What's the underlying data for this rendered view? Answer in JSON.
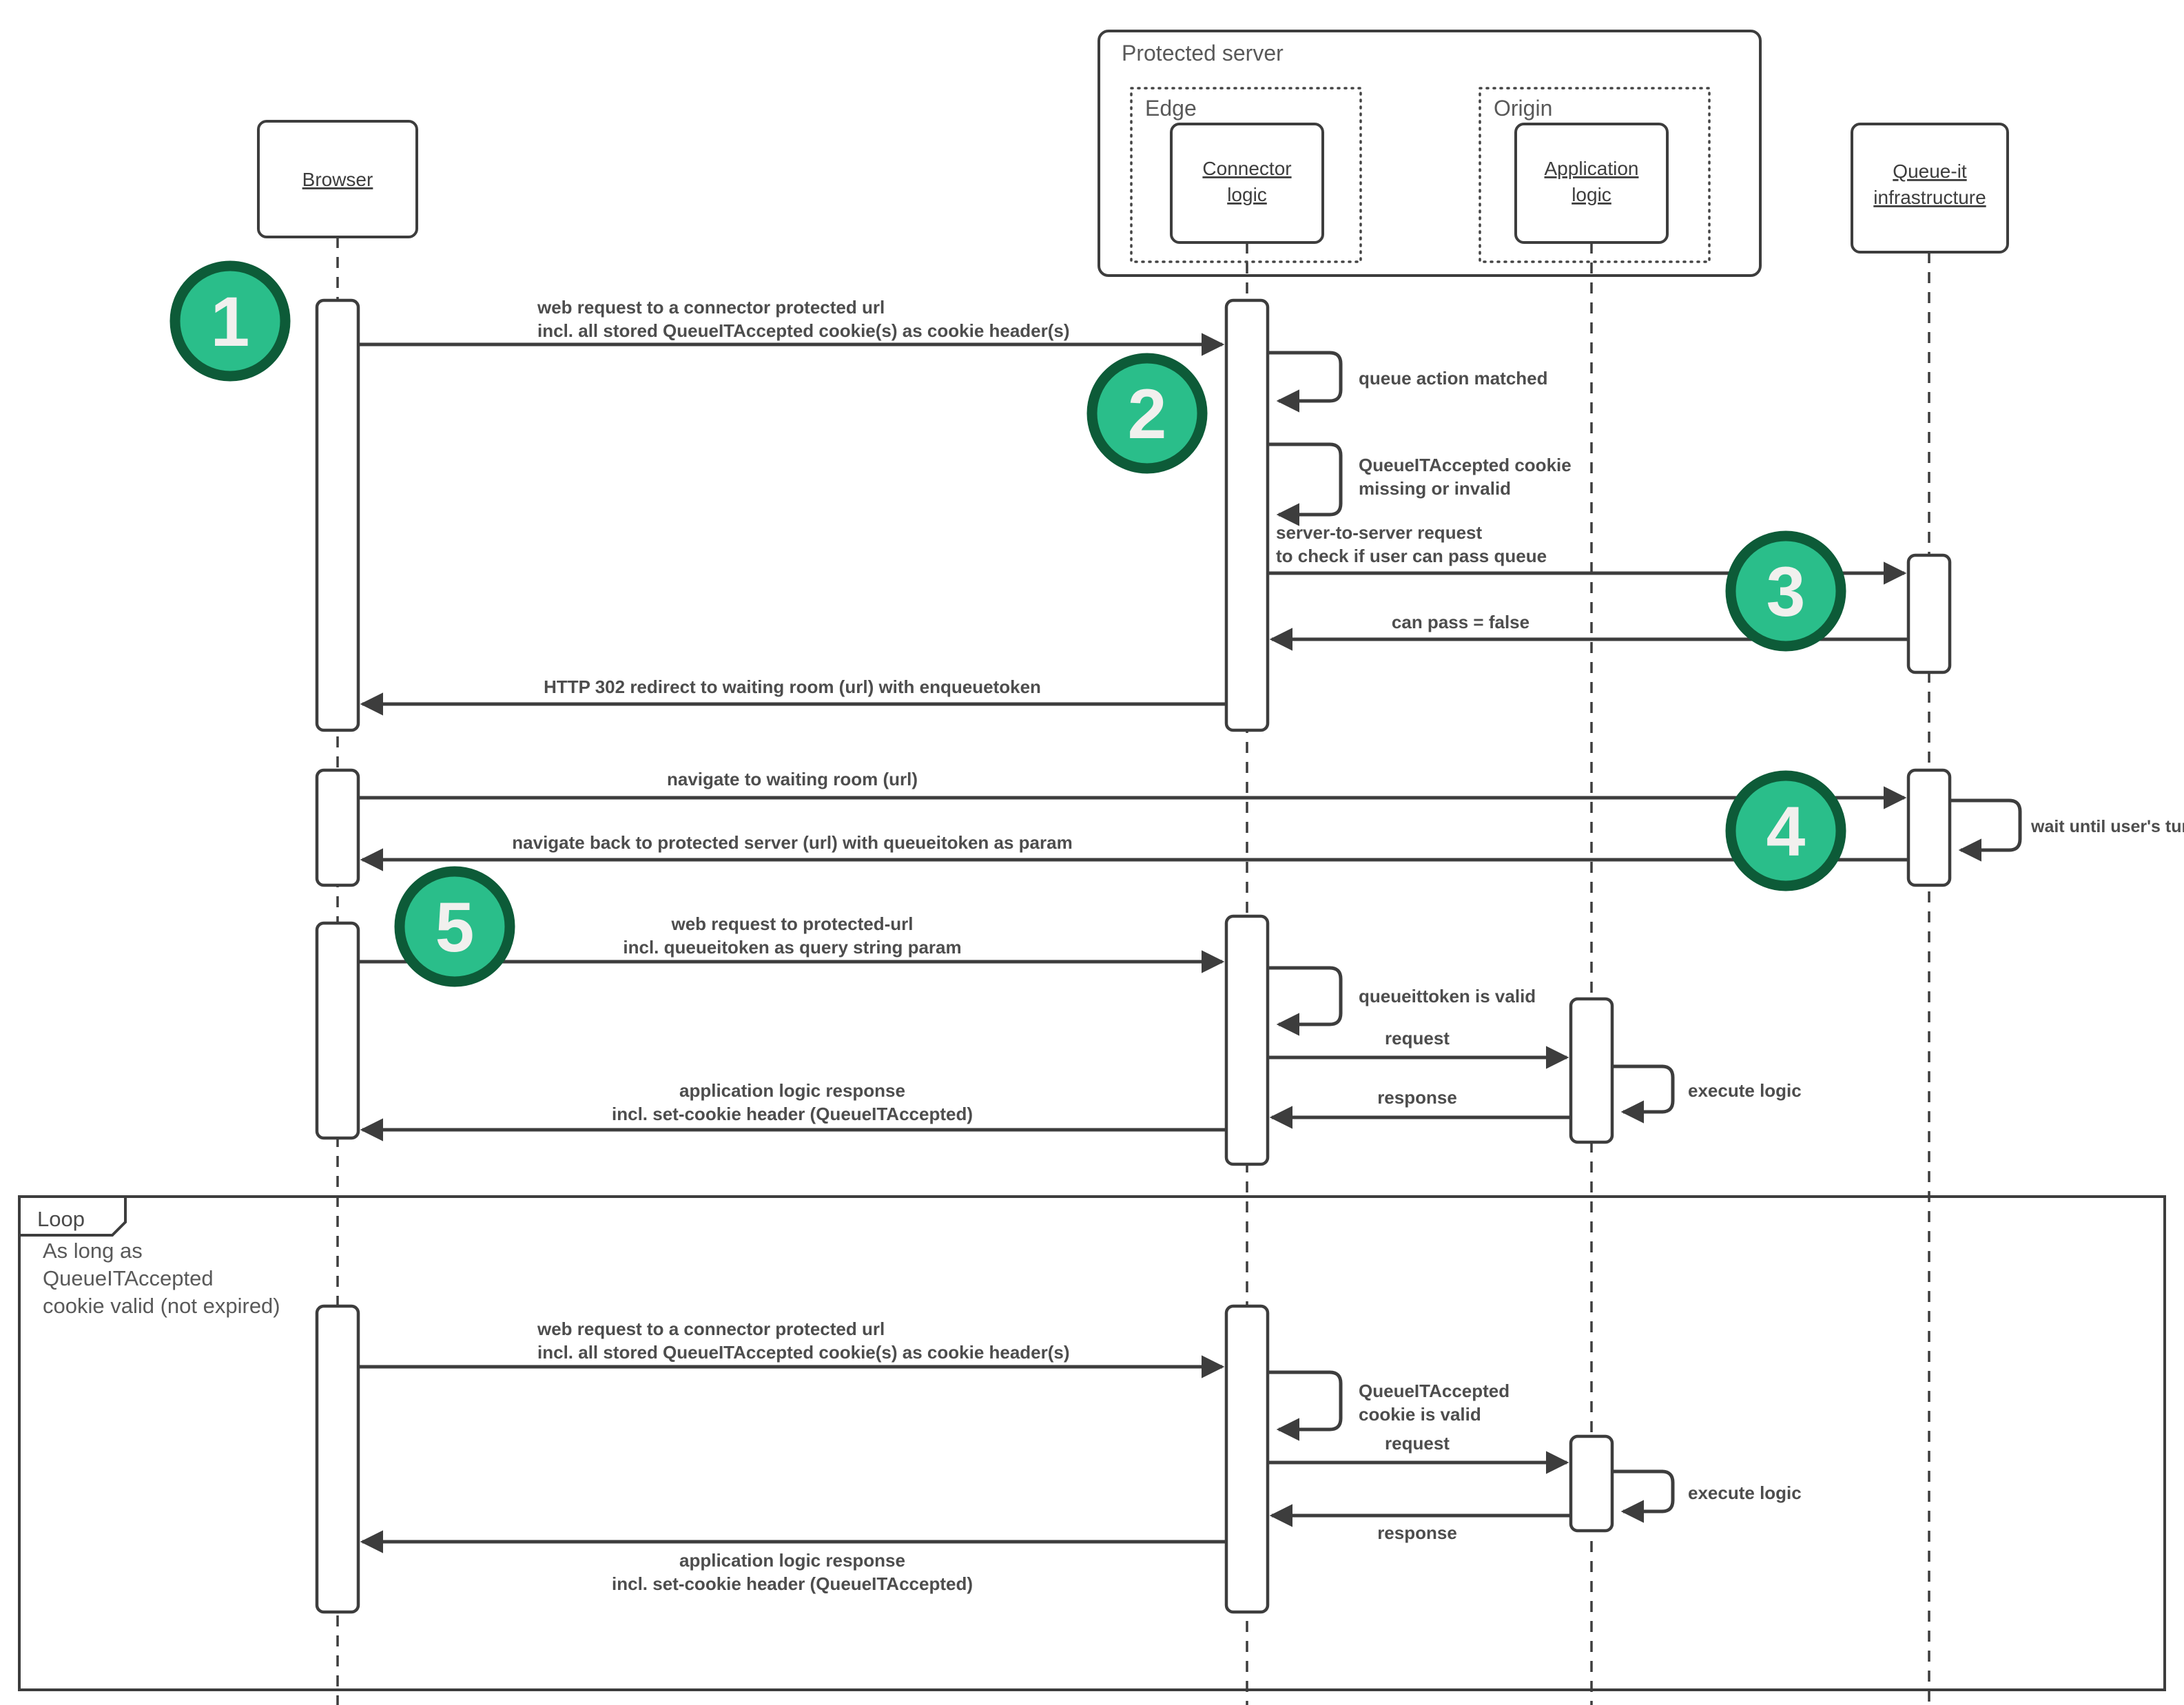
{
  "actors": {
    "browser": "Browser",
    "connector_l1": "Connector",
    "connector_l2": "logic",
    "application_l1": "Application",
    "application_l2": "logic",
    "queueit_l1": "Queue-it",
    "queueit_l2": "infrastructure"
  },
  "containers": {
    "protected_server": "Protected server",
    "edge": "Edge",
    "origin": "Origin"
  },
  "steps": {
    "s1": "1",
    "s2": "2",
    "s3": "3",
    "s4": "4",
    "s5": "5"
  },
  "flow": {
    "m1_l1": "web request to a connector protected url",
    "m1_l2": "incl. all stored QueueITAccepted cookie(s) as cookie header(s)",
    "m2": "queue action matched",
    "m3_l1": "QueueITAccepted cookie",
    "m3_l2": "missing or invalid",
    "m4_l1": "server-to-server request",
    "m4_l2": "to check if user can pass queue",
    "m5": "can pass = false",
    "m6": "HTTP 302 redirect to waiting room (url) with enqueuetoken",
    "m7": "navigate to waiting room (url)",
    "m8": "wait until user's turn",
    "m9": "navigate back to protected server (url) with queueitoken as param",
    "m10_l1": "web request to protected-url",
    "m10_l2": "incl. queueitoken as query string param",
    "m11": "queueittoken is valid",
    "m12": "request",
    "m13": "execute logic",
    "m14": "response",
    "m15_l1": "application logic response",
    "m15_l2": "incl. set-cookie header (QueueITAccepted)"
  },
  "loop": {
    "label": "Loop",
    "cond_l1": "As long as",
    "cond_l2": "QueueITAccepted",
    "cond_l3": "cookie valid (not expired)",
    "m1_l1": "web request to a connector protected url",
    "m1_l2": "incl. all stored QueueITAccepted cookie(s) as cookie header(s)",
    "m2_l1": "QueueITAccepted",
    "m2_l2": "cookie is valid",
    "m3": "request",
    "m4": "execute logic",
    "m5": "response",
    "m6_l1": "application logic response",
    "m6_l2": "incl. set-cookie header (QueueITAccepted)"
  },
  "colors": {
    "step_fill": "#2abe8a",
    "step_border": "#0d5b38",
    "step_number": "#f1f0ee",
    "line": "#3d3d3d",
    "message_text": "#4d4d4d",
    "label_text": "#595959"
  }
}
